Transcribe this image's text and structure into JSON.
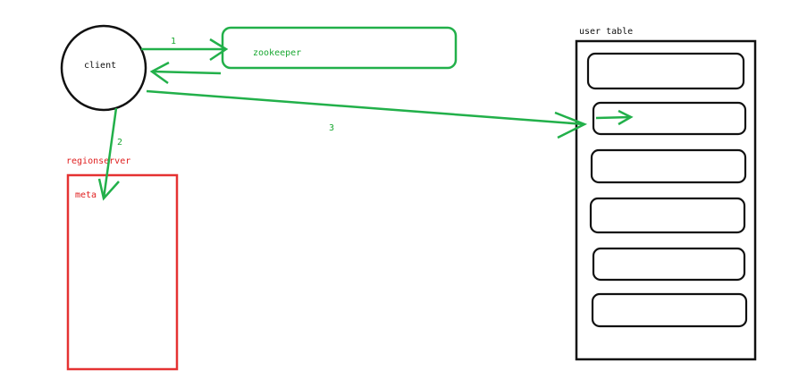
{
  "colors": {
    "green": "#22b04a",
    "red": "#e53232",
    "black": "#111111",
    "background": "#ffffff"
  },
  "nodes": {
    "client": {
      "label": "client"
    },
    "zookeeper": {
      "label": "zookeeper"
    },
    "regionserver": {
      "label": "regionserver"
    },
    "meta": {
      "label": "meta"
    },
    "user_table": {
      "label": "user table",
      "region_count": 6
    }
  },
  "edges": [
    {
      "id": "e1",
      "label": "1"
    },
    {
      "id": "e2",
      "label": "2"
    },
    {
      "id": "e3",
      "label": "3"
    }
  ]
}
